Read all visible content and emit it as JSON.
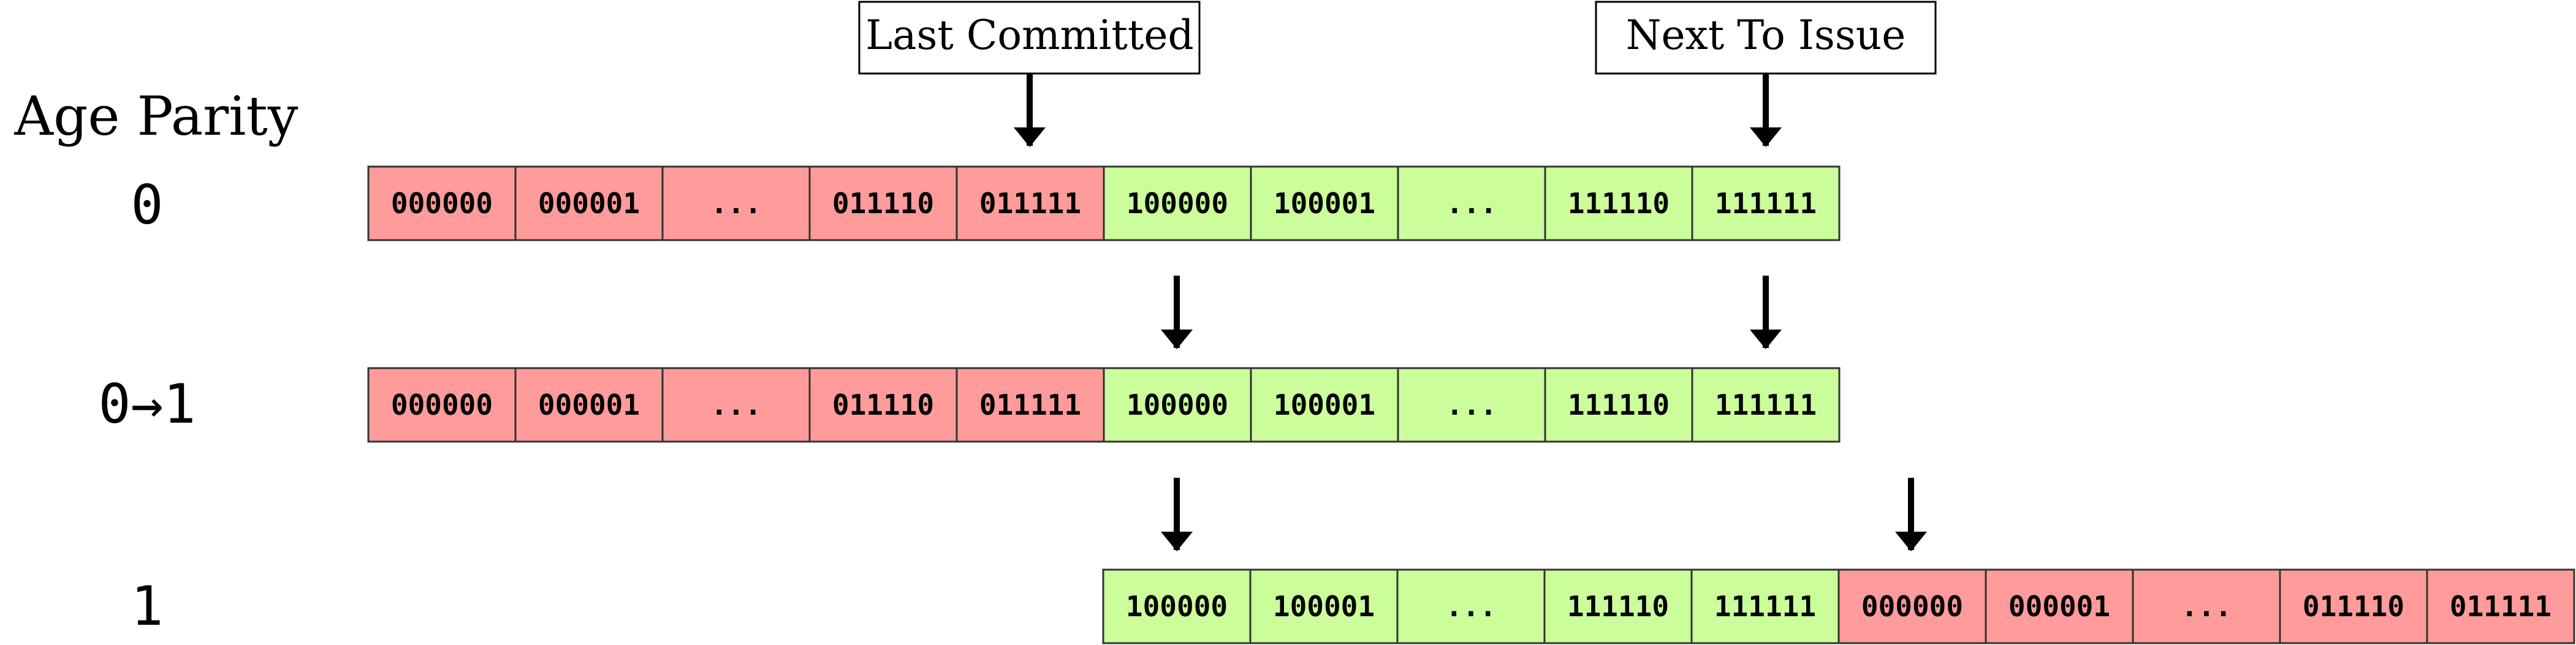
{
  "heading": "Age Parity",
  "pointers": {
    "last_committed": "Last Committed",
    "next_to_issue": "Next To Issue"
  },
  "colors": {
    "red": "#ff9b9b",
    "green": "#ccfd9b",
    "arrow": "#000000"
  },
  "rows": [
    {
      "label": "0",
      "cells": [
        {
          "text": "000000",
          "color": "red"
        },
        {
          "text": "000001",
          "color": "red"
        },
        {
          "text": "...",
          "color": "red"
        },
        {
          "text": "011110",
          "color": "red"
        },
        {
          "text": "011111",
          "color": "red"
        },
        {
          "text": "100000",
          "color": "green"
        },
        {
          "text": "100001",
          "color": "green"
        },
        {
          "text": "...",
          "color": "green"
        },
        {
          "text": "111110",
          "color": "green"
        },
        {
          "text": "111111",
          "color": "green"
        }
      ]
    },
    {
      "label": "0→1",
      "cells": [
        {
          "text": "000000",
          "color": "red"
        },
        {
          "text": "000001",
          "color": "red"
        },
        {
          "text": "...",
          "color": "red"
        },
        {
          "text": "011110",
          "color": "red"
        },
        {
          "text": "011111",
          "color": "red"
        },
        {
          "text": "100000",
          "color": "green"
        },
        {
          "text": "100001",
          "color": "green"
        },
        {
          "text": "...",
          "color": "green"
        },
        {
          "text": "111110",
          "color": "green"
        },
        {
          "text": "111111",
          "color": "green"
        }
      ]
    },
    {
      "label": "1",
      "cells": [
        {
          "text": "100000",
          "color": "green"
        },
        {
          "text": "100001",
          "color": "green"
        },
        {
          "text": "...",
          "color": "green"
        },
        {
          "text": "111110",
          "color": "green"
        },
        {
          "text": "111111",
          "color": "green"
        },
        {
          "text": "000000",
          "color": "red"
        },
        {
          "text": "000001",
          "color": "red"
        },
        {
          "text": "...",
          "color": "red"
        },
        {
          "text": "011110",
          "color": "red"
        },
        {
          "text": "011111",
          "color": "red"
        }
      ]
    }
  ]
}
